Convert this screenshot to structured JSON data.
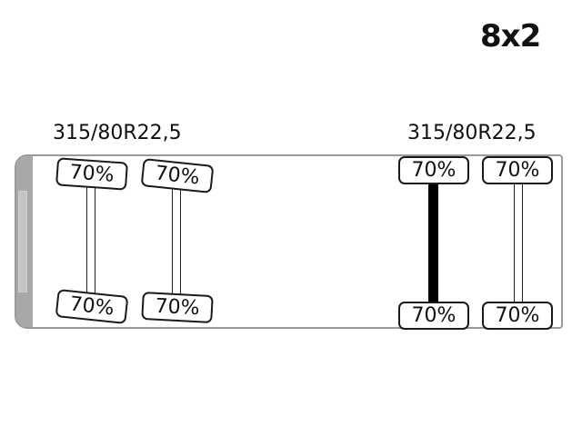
{
  "header": {
    "axle_configuration": "8x2"
  },
  "tire_sizes": {
    "front": "315/80R22,5",
    "rear": "315/80R22,5"
  },
  "axles": [
    {
      "name": "front-axle-1",
      "driven": false,
      "left_tread": "70%",
      "right_tread": "70%"
    },
    {
      "name": "front-axle-2",
      "driven": false,
      "left_tread": "70%",
      "right_tread": "70%"
    },
    {
      "name": "rear-axle-1",
      "driven": true,
      "left_tread": "70%",
      "right_tread": "70%"
    },
    {
      "name": "rear-axle-2",
      "driven": false,
      "left_tread": "70%",
      "right_tread": "70%"
    }
  ]
}
